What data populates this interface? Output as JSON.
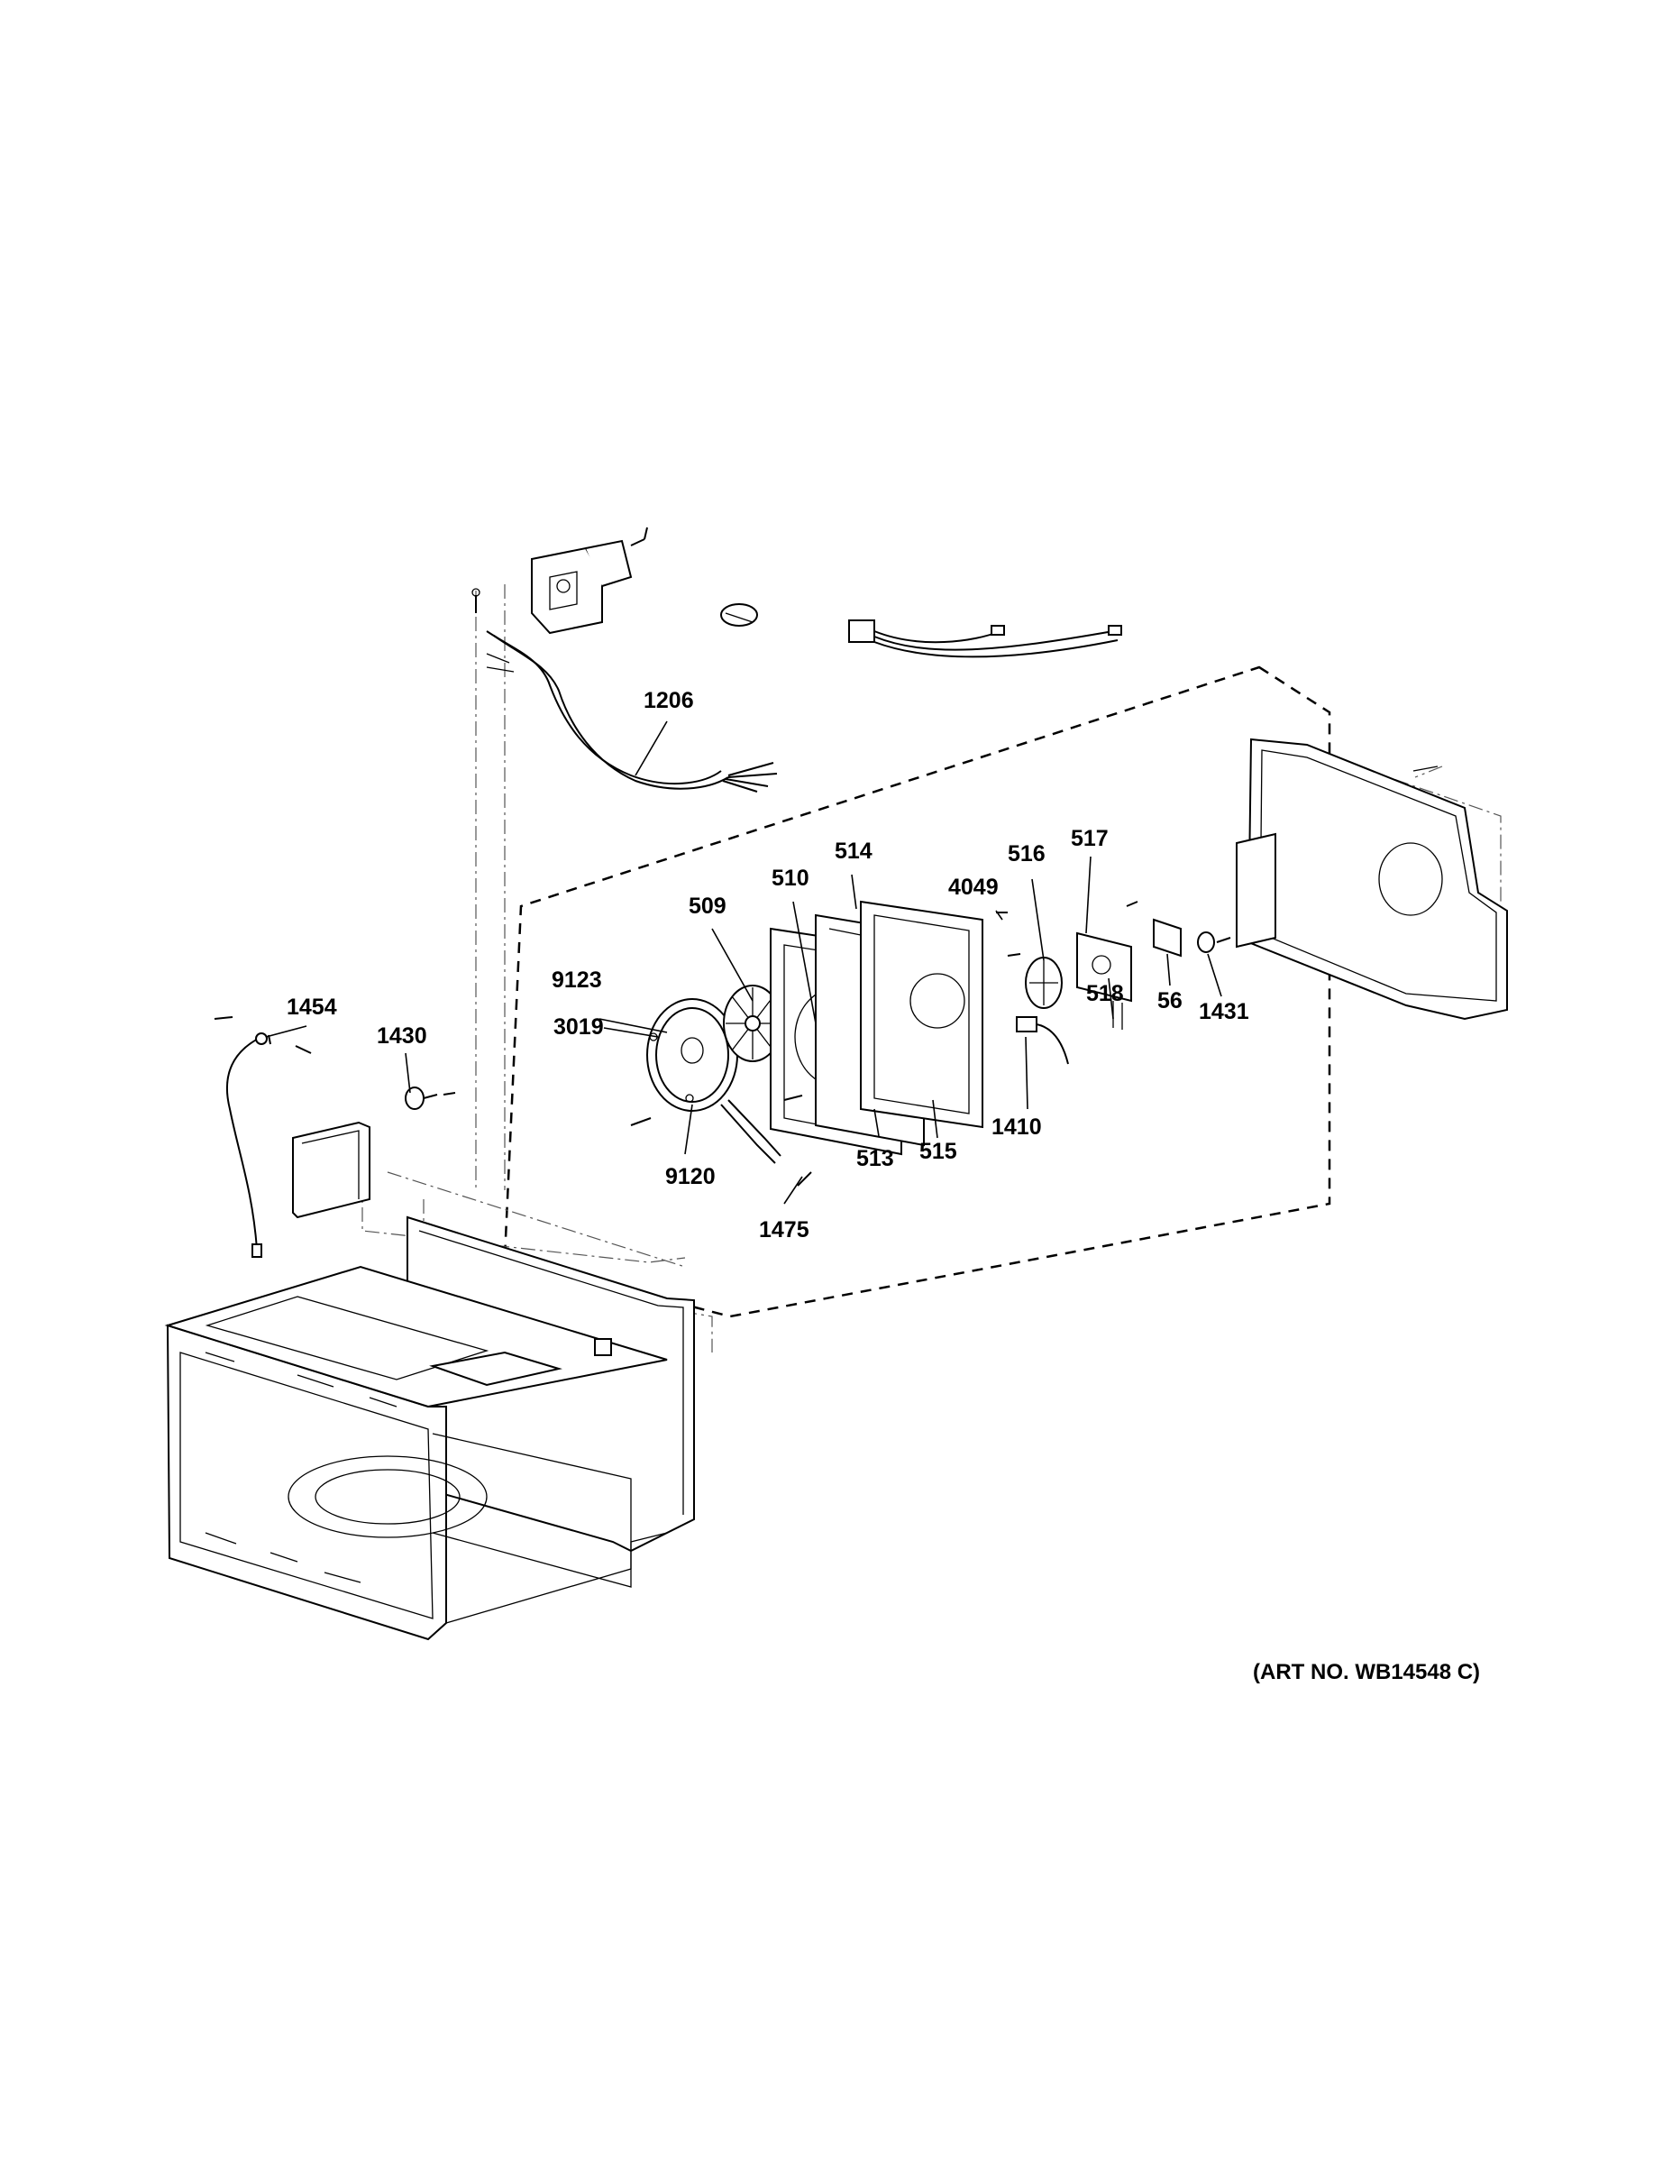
{
  "diagram": {
    "callouts": [
      {
        "id": "1206",
        "label": "1206"
      },
      {
        "id": "514",
        "label": "514"
      },
      {
        "id": "510",
        "label": "510"
      },
      {
        "id": "509",
        "label": "509"
      },
      {
        "id": "4049",
        "label": "4049"
      },
      {
        "id": "516",
        "label": "516"
      },
      {
        "id": "517",
        "label": "517"
      },
      {
        "id": "9123",
        "label": "9123"
      },
      {
        "id": "3019",
        "label": "3019"
      },
      {
        "id": "9120",
        "label": "9120"
      },
      {
        "id": "1475",
        "label": "1475"
      },
      {
        "id": "513",
        "label": "513"
      },
      {
        "id": "515",
        "label": "515"
      },
      {
        "id": "1410",
        "label": "1410"
      },
      {
        "id": "518",
        "label": "518"
      },
      {
        "id": "56",
        "label": "56"
      },
      {
        "id": "1431",
        "label": "1431"
      },
      {
        "id": "1454",
        "label": "1454"
      },
      {
        "id": "1430",
        "label": "1430"
      }
    ],
    "art_number": "(ART NO. WB14548 C)"
  }
}
